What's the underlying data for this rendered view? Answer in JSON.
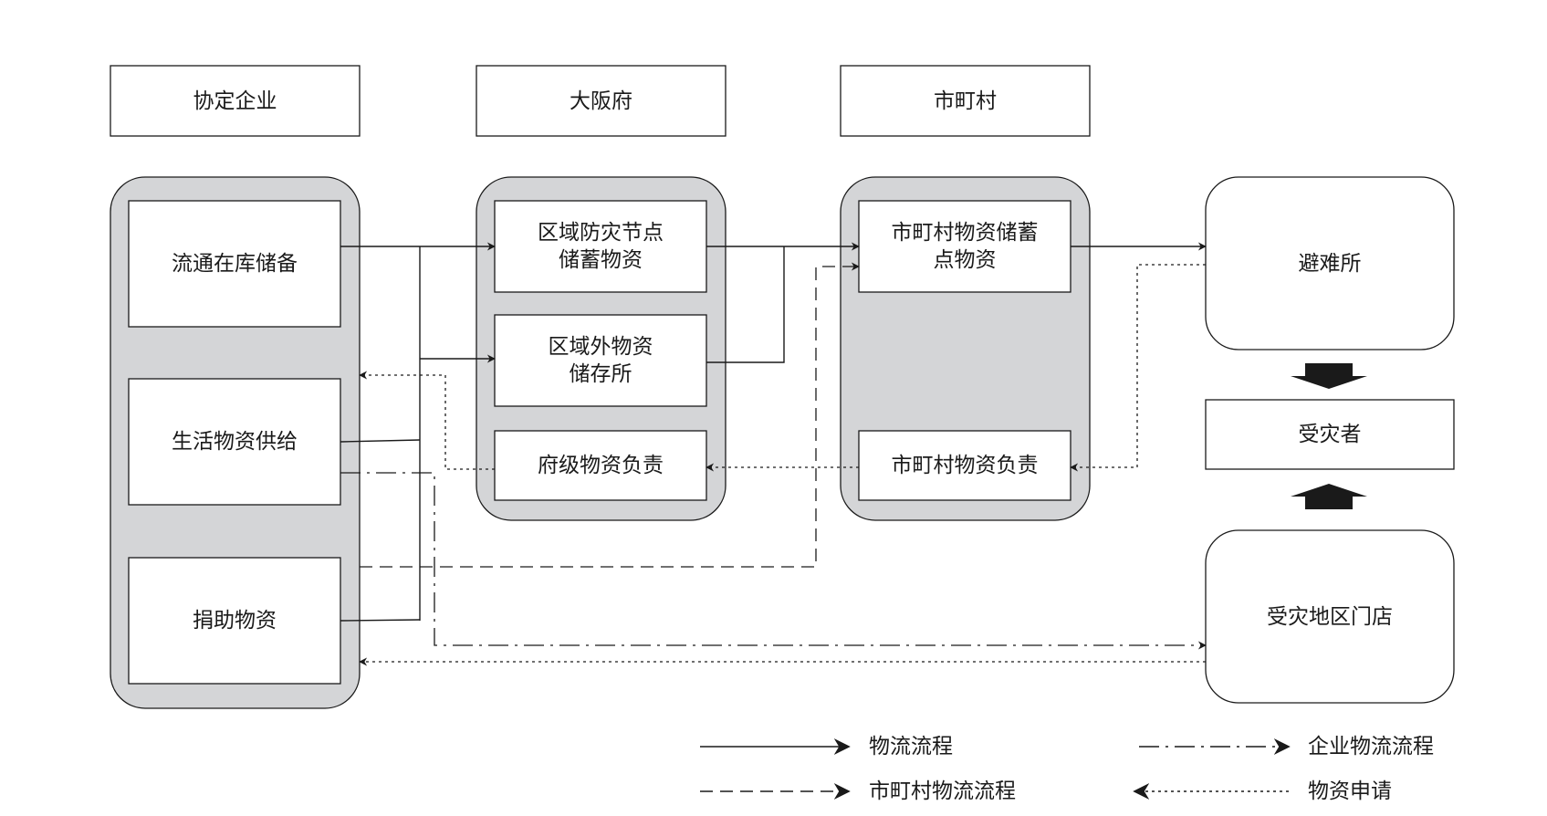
{
  "headers": {
    "enterprise": "协定企业",
    "prefecture": "大阪府",
    "municipality": "市町村"
  },
  "nodes": {
    "circulation_stock": "流通在库储备",
    "living_supply": "生活物资供给",
    "donations": "捐助物资",
    "regional_node": "区域防灾节点\n储蓄物资",
    "outside_storage": "区域外物资\n储存所",
    "pref_responsible": "府级物资负责",
    "muni_storage": "市町村物资储蓄\n点物资",
    "muni_responsible": "市町村物资负责",
    "shelter": "避难所",
    "victims": "受灾者",
    "local_stores": "受灾地区门店"
  },
  "legend": {
    "logistics": "物流流程",
    "enterprise_logistics": "企业物流流程",
    "municipal_logistics": "市町村物流流程",
    "material_request": "物资申请"
  },
  "colors": {
    "line": "#1a1a1a",
    "group_fill": "#d4d5d7",
    "box_fill": "#ffffff"
  }
}
